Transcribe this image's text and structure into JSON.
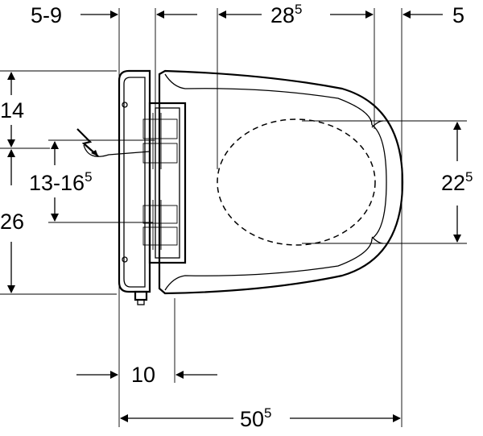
{
  "dimensions": {
    "top_left": "5-9",
    "top_mid_base": "28",
    "top_mid_sup": "5",
    "top_right": "5",
    "left_upper": "14",
    "left_mid_base": "13-16",
    "left_mid_sup": "5",
    "left_lower": "26",
    "right_height_base": "22",
    "right_height_sup": "5",
    "bottom_inner": "10",
    "bottom_total_base": "50",
    "bottom_total_sup": "5"
  },
  "icons": {
    "electric": "lightning-bolt"
  }
}
